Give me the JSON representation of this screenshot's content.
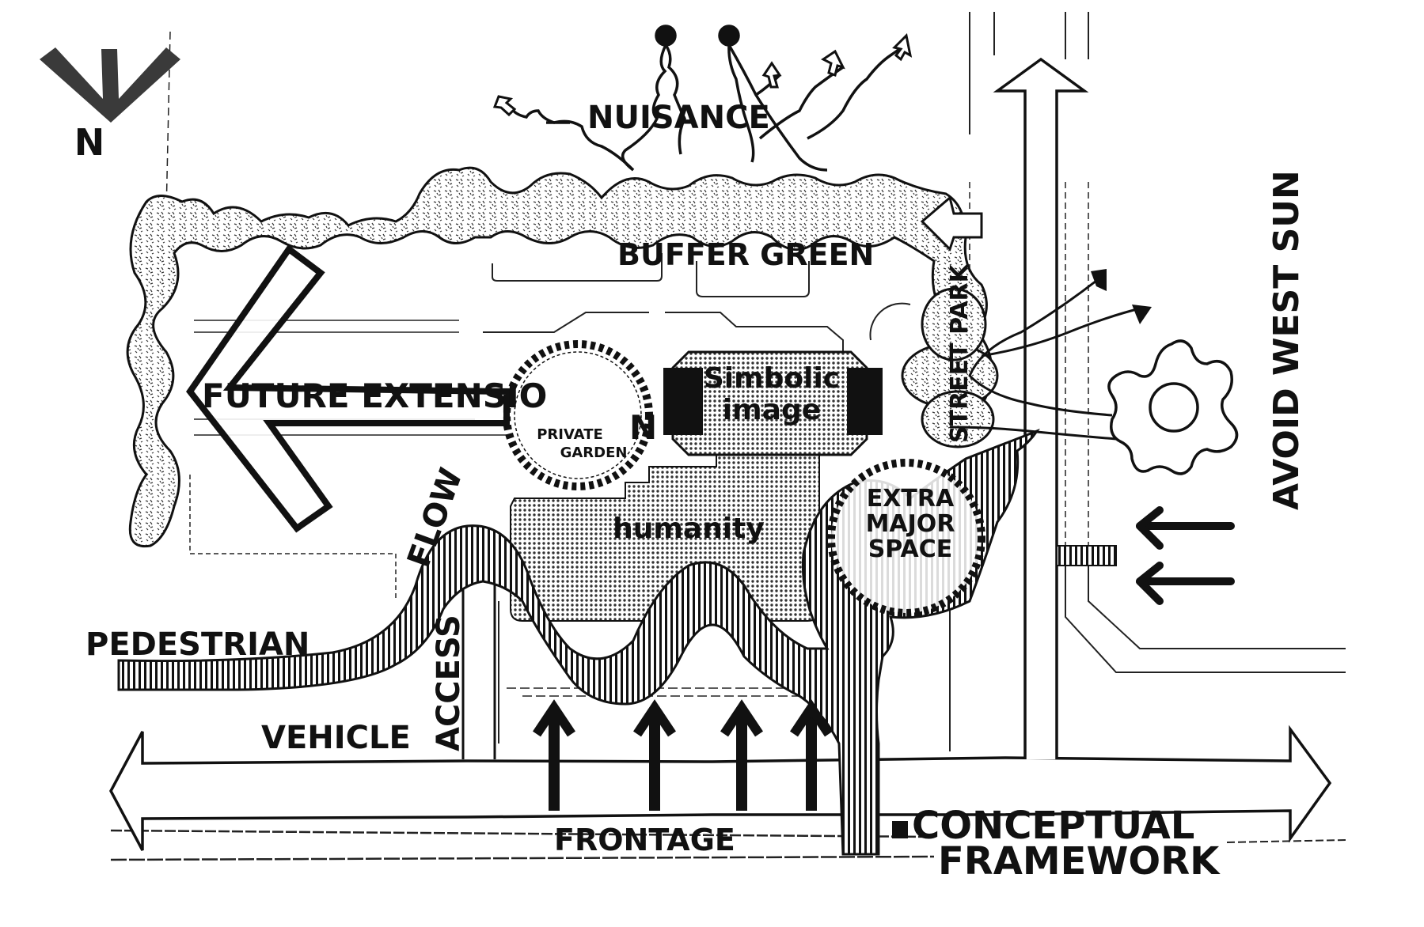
{
  "diagram": {
    "title_line1": "CONCEPTUAL",
    "title_line2": "FRAMEWORK",
    "north_label": "N",
    "labels": {
      "nuisance": "NUISANCE",
      "buffer_green": "BUFFER GREEN",
      "street_park": "STREET PARK",
      "future_extension_line1": "FUTURE EXTENSIO",
      "future_extension_line2": "N",
      "private_garden_line1": "PRIVATE",
      "private_garden_line2": "GARDEN",
      "symbolic_image_line1": "Simbolic",
      "symbolic_image_line2": "image",
      "humanity": "humanity",
      "extra_major_space_line1": "EXTRA",
      "extra_major_space_line2": "MAJOR",
      "extra_major_space_line3": "SPACE",
      "avoid_west_sun": "AVOID WEST SUN",
      "pedestrian": "PEDESTRIAN",
      "flow": "FLOW",
      "access": "ACCESS",
      "vehicle": "VEHICLE",
      "frontage": "FRONTAGE"
    },
    "colors": {
      "ink": "#111111",
      "paper": "#ffffff",
      "screen_tone": "#9a9a9a",
      "stipple": "#b8b8b8"
    }
  }
}
